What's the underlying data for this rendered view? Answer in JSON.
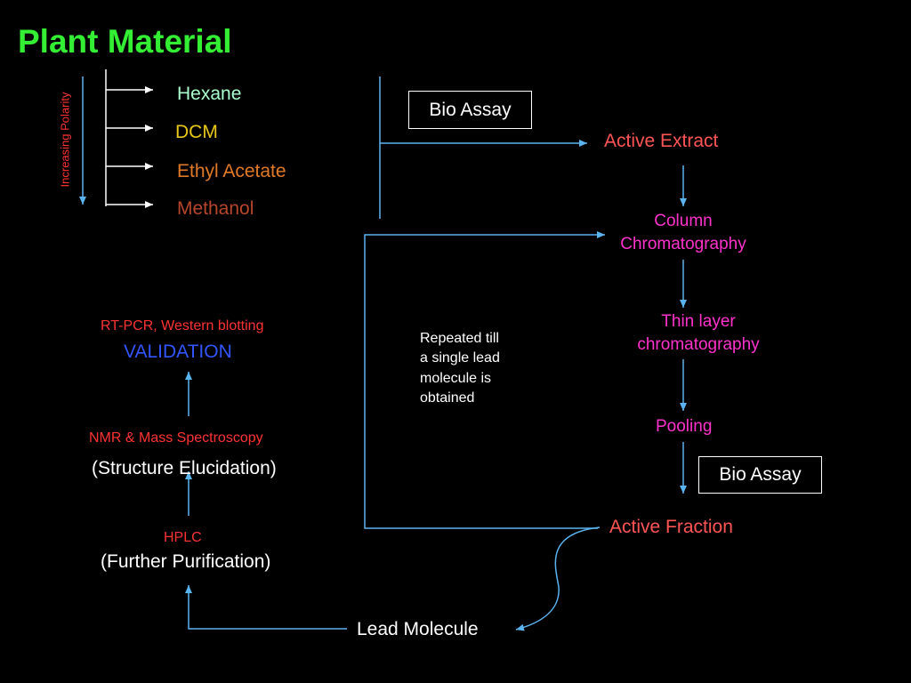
{
  "title": "Plant Material",
  "polarity_label": "Increasing Polarity",
  "solvents": [
    "Hexane",
    "DCM",
    "Ethyl Acetate",
    "Methanol"
  ],
  "bio_assay_1": "Bio Assay",
  "active_extract": "Active Extract",
  "column_chromatography": [
    "Column",
    "Chromatography"
  ],
  "thin_layer": [
    "Thin layer",
    "chromatography"
  ],
  "pooling": "Pooling",
  "bio_assay_2": "Bio Assay",
  "active_fraction": "Active Fraction",
  "repeated_note": [
    "Repeated till",
    "a single lead",
    "molecule is",
    "obtained"
  ],
  "lead_molecule": "Lead Molecule",
  "hplc": "HPLC",
  "further_purification": "(Further Purification)",
  "nmr": "NMR & Mass Spectroscopy",
  "structure_elucidation": "(Structure Elucidation)",
  "rtpcr": "RT-PCR, Western blotting",
  "validation": "VALIDATION",
  "colors": {
    "title": "#33ee33",
    "hexane": "#aaffcc",
    "dcm": "#e8c81a",
    "ethyl_acetate": "#e07a26",
    "methanol": "#b8462a",
    "red_text": "#ff3333",
    "salmon_text": "#ff5555",
    "magenta_text": "#ff33cc",
    "blue_text": "#3355ff",
    "connector": "#5ab4f0",
    "white": "#ffffff"
  }
}
